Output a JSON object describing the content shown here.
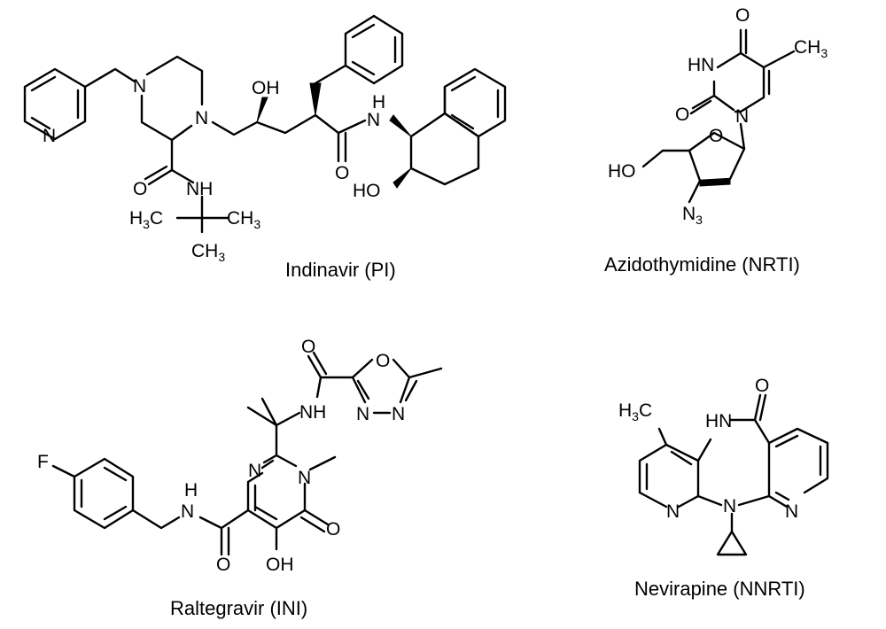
{
  "molecules": {
    "indinavir": {
      "caption": "Indinavir (PI)",
      "atoms": {
        "n_pyridine": "N",
        "n_pip_top": "N",
        "n_pip_right": "N",
        "oh_top": "OH",
        "o_amide_left": "O",
        "nh_amide_left": "NH",
        "h3c_left": "H",
        "c_left": "C",
        "ch_right": "CH",
        "ch_bottom": "CH",
        "o_amide_right": "O",
        "h_amide_right": "H",
        "n_amide_right": "N",
        "ho_indane": "HO"
      },
      "subscripts": {
        "three": "3"
      }
    },
    "azidothymidine": {
      "caption": "Azidothymidine (NRTI)",
      "atoms": {
        "o_top": "O",
        "hn": "HN",
        "ch_methyl": "CH",
        "o_left": "O",
        "n_ring": "N",
        "o_sugar": "O",
        "ho": "HO",
        "n_azide": "N"
      },
      "subscripts": {
        "three": "3"
      }
    },
    "raltegravir": {
      "caption": "Raltegravir (INI)",
      "atoms": {
        "o_amide_top": "O",
        "o_oxadiazole": "O",
        "nh_top": "NH",
        "n_ox_left": "N",
        "n_ox_right": "N",
        "f": "F",
        "n_pyr_left": "N",
        "n_pyr_right": "N",
        "h_amide": "H",
        "n_amide": "N",
        "o_ring": "O",
        "o_amide_bottom": "O",
        "oh": "OH"
      }
    },
    "nevirapine": {
      "caption": "Nevirapine (NNRTI)",
      "atoms": {
        "h3c": "H",
        "c": "C",
        "hn": "HN",
        "o": "O",
        "n_left": "N",
        "n_center": "N",
        "n_right": "N"
      },
      "subscripts": {
        "three": "3"
      }
    }
  }
}
